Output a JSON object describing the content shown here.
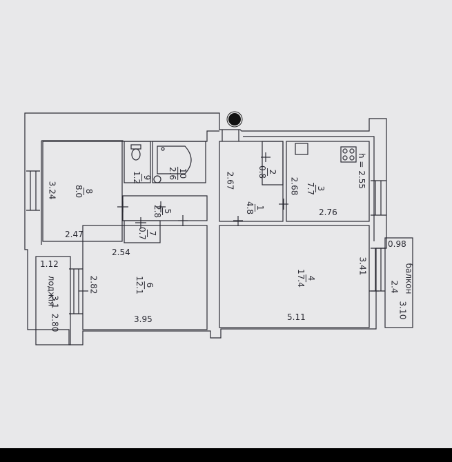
{
  "plan": {
    "rooms": [
      {
        "id": "1",
        "area": "4.8",
        "depth": "2.67"
      },
      {
        "id": "2",
        "area": "0.8"
      },
      {
        "id": "3",
        "area": "7.7",
        "depth": "2.68",
        "width": "2.76",
        "height_note": "h = 2.55"
      },
      {
        "id": "4",
        "area": "17.4",
        "depth": "3.41",
        "width": "5.11"
      },
      {
        "id": "5",
        "area": "2.8",
        "width": "2.54"
      },
      {
        "id": "6",
        "area": "12.1",
        "depth": "2.82",
        "width": "3.95"
      },
      {
        "id": "7",
        "area": "0.7"
      },
      {
        "id": "8",
        "area": "8.0",
        "depth": "3.24",
        "width": "2.47"
      },
      {
        "id": "9",
        "area": "1.2"
      },
      {
        "id": "10",
        "area": "2.6"
      }
    ],
    "loggia": {
      "name": "лоджія",
      "width": "1.12",
      "depth": "2.80",
      "area": "3.1"
    },
    "balcony": {
      "name": "балкон",
      "width": "0.98",
      "depth": "3.10",
      "area": "2.4"
    }
  },
  "colors": {
    "paper": "#e8e8ea",
    "line": "#2a2a33",
    "frame": "#000000"
  }
}
